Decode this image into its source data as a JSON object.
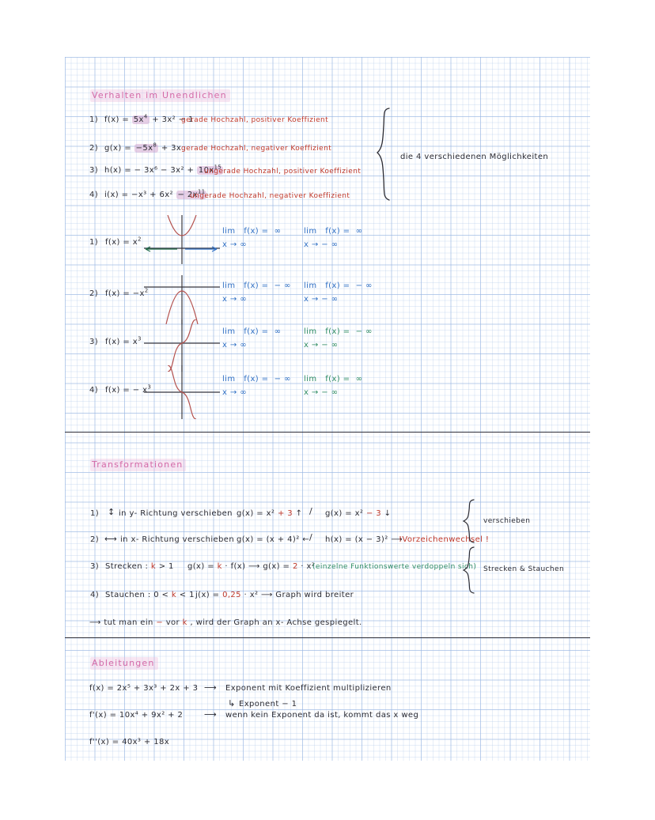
{
  "page": {
    "paper": "graph-paper",
    "colors": {
      "ink_dark": "#2b2b33",
      "ink_pink": "#d46aa8",
      "ink_red": "#c0392b",
      "ink_blue": "#2f6fc4",
      "ink_green": "#2e8b63",
      "grid_line": "#96b4e1",
      "highlighter": "#cd96c8"
    }
  },
  "sections": [
    {
      "id": "verhalten",
      "title": "Verhalten im Unendlichen",
      "items": [
        {
          "num": "1)",
          "formula_lhs": "f(x) =",
          "formula_hl": "5x",
          "formula_hl_exp": "4",
          "formula_rest": "+ 3x² − 1",
          "note": "gerade Hochzahl, positiver Koeffizient"
        },
        {
          "num": "2)",
          "formula_lhs": "g(x) =",
          "formula_hl": "−5x",
          "formula_hl_exp": "8",
          "formula_rest": "+ 3x",
          "note": "gerade Hochzahl, negativer Koeffizient"
        },
        {
          "num": "3)",
          "formula_lhs": "h(x) = − 3x⁶ − 3x² +",
          "formula_hl": "10x",
          "formula_hl_exp": "15",
          "formula_rest": "",
          "note": "ungerade Hochzahl, positiver Koeffizient"
        },
        {
          "num": "4)",
          "formula_lhs": "i(x) = −x³ + 6x² ",
          "formula_hl": "− 2x",
          "formula_hl_exp": "11",
          "formula_rest": "",
          "note": "ungerade Hochzahl, negativer Koeffizient"
        }
      ],
      "brace_label": "die 4 verschiedenen Möglichkeiten",
      "graph_rows": [
        {
          "num": "1)",
          "label": "f(x) = x",
          "exp": "2",
          "curve": "parabola-up",
          "limit_left": {
            "lim": "lim",
            "fx": "f(x) =",
            "val": "∞",
            "under": "x →  ∞"
          },
          "limit_right": {
            "lim": "lim",
            "fx": "f(x) =",
            "val": "∞",
            "under": "x → − ∞"
          }
        },
        {
          "num": "2)",
          "label": "f(x) = −x",
          "exp": "2",
          "curve": "parabola-down",
          "limit_left": {
            "lim": "lim",
            "fx": "f(x) =",
            "val": "− ∞",
            "under": "x →   ∞"
          },
          "limit_right": {
            "lim": "lim",
            "fx": "f(x) =",
            "val": "− ∞",
            "under": "x → − ∞"
          }
        },
        {
          "num": "3)",
          "label": "f(x) = x",
          "exp": "3",
          "curve": "cubic-up",
          "limit_left": {
            "lim": "lim",
            "fx": "f(x) =",
            "val": "∞",
            "under": "x →  ∞"
          },
          "limit_right": {
            "lim": "lim",
            "fx": "f(x) =",
            "val": "− ∞",
            "under": "x → − ∞"
          }
        },
        {
          "num": "4)",
          "label": "f(x) = − x",
          "exp": "3",
          "curve": "cubic-down",
          "limit_left": {
            "lim": "lim",
            "fx": "f(x) =",
            "val": "− ∞",
            "under": "x →  ∞"
          },
          "limit_right": {
            "lim": "lim",
            "fx": "f(x) =",
            "val": "∞",
            "under": "x → − ∞"
          }
        }
      ]
    },
    {
      "id": "transformationen",
      "title": "Transformationen",
      "items": [
        {
          "num": "1)",
          "symbol": "↕",
          "text": "in y- Richtung verschieben",
          "formula_a": "g(x) = x²",
          "formula_a_red": "+ 3",
          "formula_a_tail": "↑",
          "sep": "/",
          "formula_b": "g(x) = x²",
          "formula_b_red": "− 3",
          "formula_b_tail": "↓",
          "extra": ""
        },
        {
          "num": "2)",
          "symbol": "⟷",
          "text": "in x- Richtung verschieben",
          "formula_a": "g(x) = (x + 4)²",
          "formula_a_red": "",
          "formula_a_tail": "←",
          "sep": "/",
          "formula_b": "h(x) = (x − 3)²",
          "formula_b_red": "",
          "formula_b_tail": "⟶",
          "extra": "!Vorzeichenwechsel !"
        },
        {
          "num": "3)",
          "symbol": "",
          "text": "Strecken :",
          "cond_k": "k",
          "cond_rest": "> 1",
          "formula_a": "g(x) =",
          "formula_a_red": "k",
          "formula_a_mid": "· f(x)  ⟶  g(x) =",
          "formula_b_red": "2",
          "formula_b_tail": "· x²",
          "comment": "(einzelne Funktionswerte verdoppeln sich)"
        },
        {
          "num": "4)",
          "symbol": "",
          "text": "Stauchen :",
          "cond_pre": "0 <",
          "cond_k": "k",
          "cond_rest": "< 1",
          "formula_a": "j(x) =",
          "formula_a_red": "0,25",
          "formula_a_mid": "· x²   ⟶  Graph wird breiter",
          "comment": ""
        }
      ],
      "footnote_arrow": "⟶",
      "footnote_pre": "tut man ein ",
      "footnote_red": "−",
      "footnote_mid": " vor ",
      "footnote_red2": "k",
      "footnote_post": ", wird der Graph an x- Achse gespiegelt.",
      "brace_labels": [
        "verschieben",
        "Strecken & Stauchen"
      ]
    },
    {
      "id": "ableitungen",
      "title": "Ableitungen",
      "lines": [
        {
          "formula": "f(x) =  2x⁵ + 3x³ + 2x + 3",
          "arrow": "⟶",
          "note": "Exponent mit Koeffizient multiplizieren"
        },
        {
          "formula": "",
          "arrow": "↳",
          "note": "Exponent − 1"
        },
        {
          "formula": "f'(x) = 10x⁴ + 9x² + 2",
          "arrow": "⟶",
          "note": "wenn kein Exponent da ist, kommt das x weg"
        },
        {
          "formula": "f''(x) = 40x³ + 18x",
          "arrow": "",
          "note": ""
        }
      ]
    }
  ]
}
